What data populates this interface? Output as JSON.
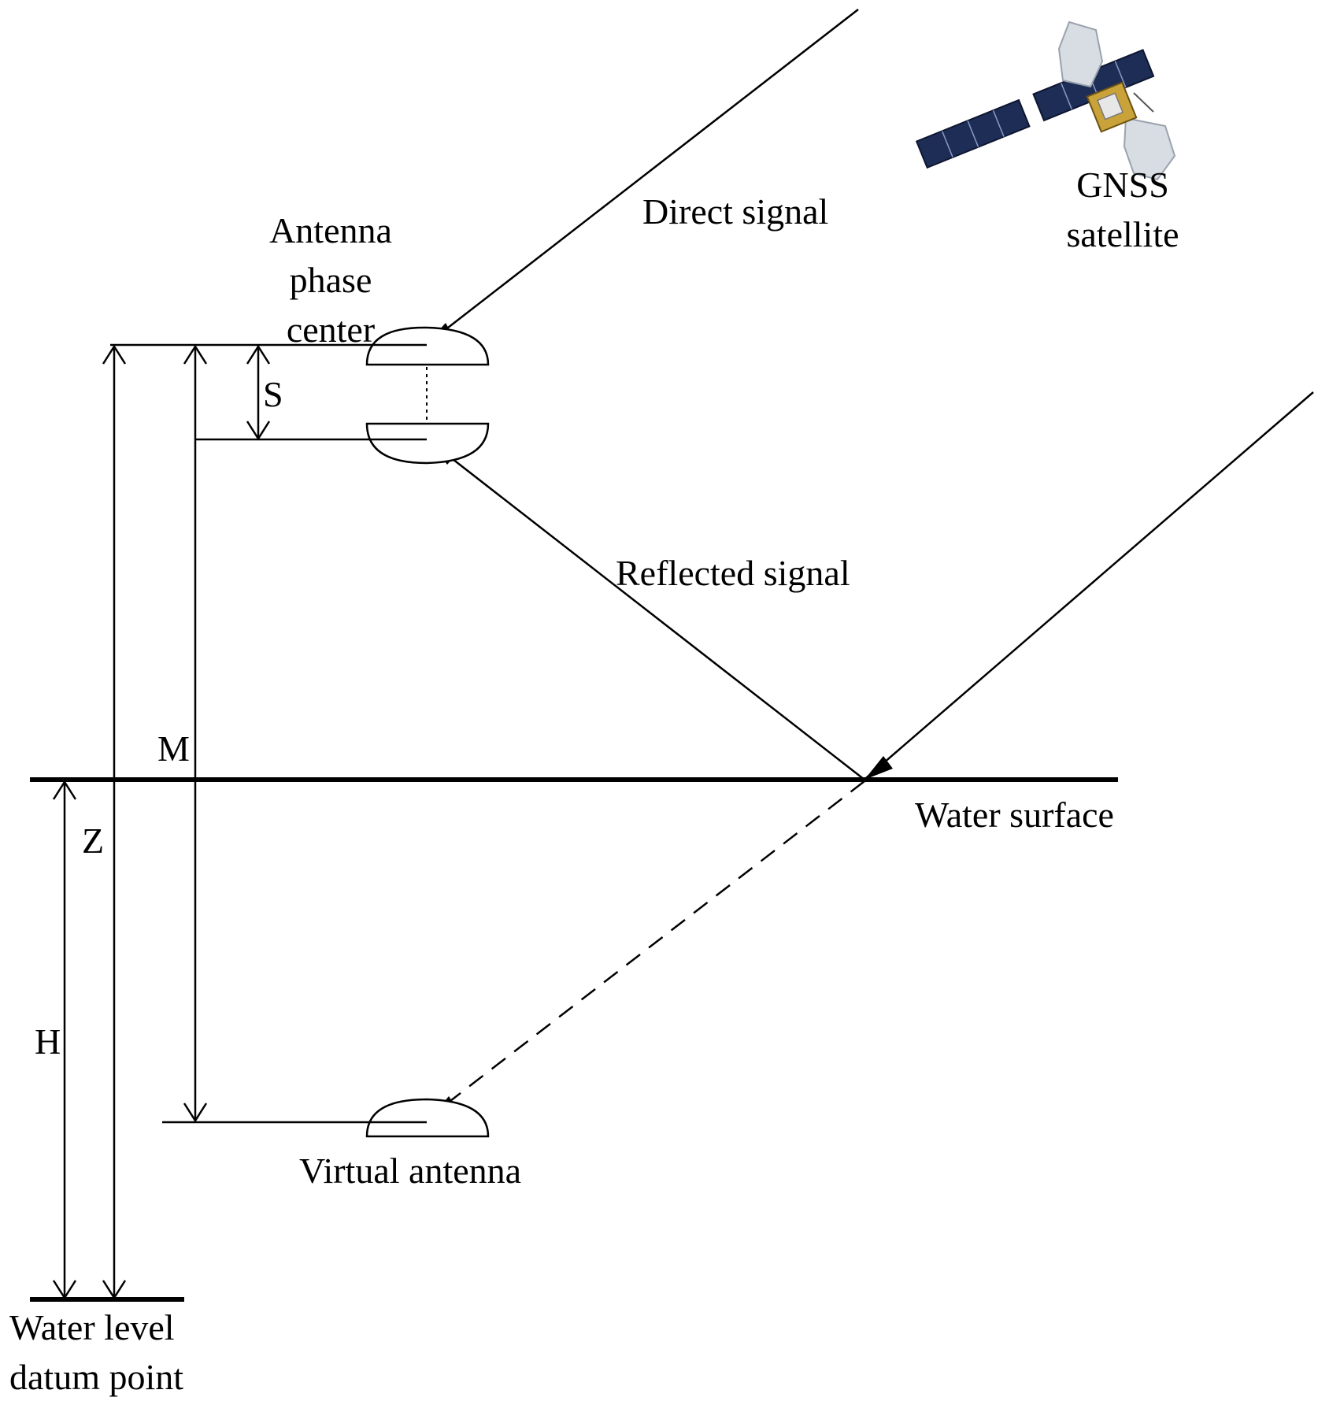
{
  "labels": {
    "direct_signal": "Direct signal",
    "gnss_line1": "GNSS",
    "gnss_line2": "satellite",
    "antenna_line1": "Antenna",
    "antenna_line2": "phase",
    "antenna_line3": "center",
    "s": "S",
    "reflected_signal": "Reflected signal",
    "m": "M",
    "water_surface": "Water surface",
    "z": "Z",
    "h": "H",
    "virtual_antenna": "Virtual antenna",
    "datum_line1": "Water level",
    "datum_line2": "datum point"
  },
  "icons": {
    "satellite": "satellite-icon"
  }
}
